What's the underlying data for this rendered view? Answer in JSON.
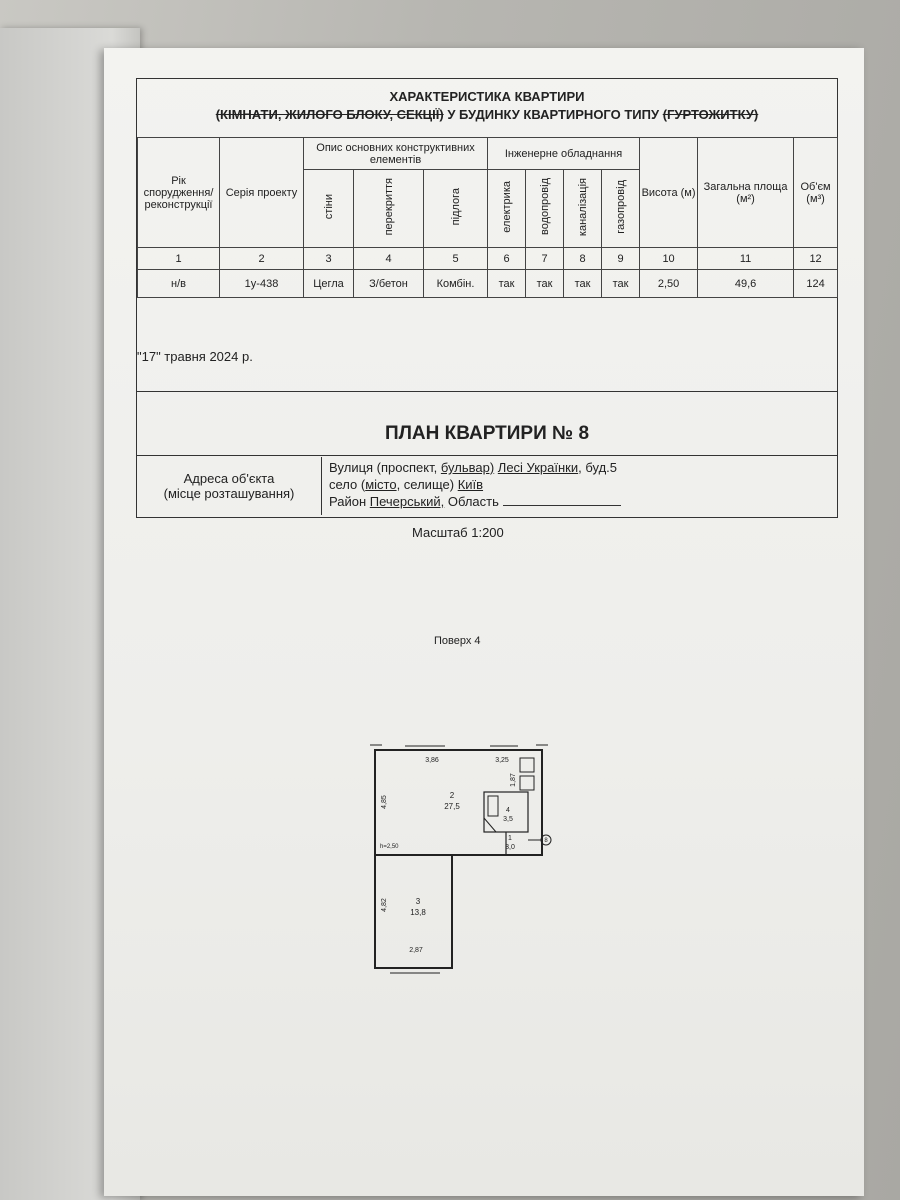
{
  "header": {
    "title_line1": "ХАРАКТЕРИСТИКА КВАРТИРИ",
    "title_line2_struck": "(КІМНАТИ, ЖИЛОГО БЛОКУ, СЕКЦІЇ)",
    "title_line2_mid": "У БУДИНКУ КВАРТИРНОГО ТИПУ",
    "title_line2_struck2": "(ГУРТОЖИТКУ)"
  },
  "table": {
    "col_year": "Рік спорудження/ реконструкції",
    "col_series": "Серія проекту",
    "col_constr_group": "Опис основних конструктивних елементів",
    "col_walls": "стіни",
    "col_floors_slab": "перекриття",
    "col_floor": "підлога",
    "col_eng_group": "Інженерне обладнання",
    "col_electric": "електрика",
    "col_water": "водопровід",
    "col_sewage": "каналізація",
    "col_gas": "газопровід",
    "col_height": "Висота (м)",
    "col_area": "Загальна площа (м²)",
    "col_volume": "Об'єм (м³)",
    "numbers": [
      "1",
      "2",
      "3",
      "4",
      "5",
      "6",
      "7",
      "8",
      "9",
      "10",
      "11",
      "12"
    ],
    "values": [
      "н/в",
      "1у-438",
      "Цегла",
      "З/бетон",
      "Комбін.",
      "так",
      "так",
      "так",
      "так",
      "2,50",
      "49,6",
      "124"
    ]
  },
  "date": "\"17\" травня 2024 р.",
  "plan_title": "ПЛАН КВАРТИРИ № 8",
  "address": {
    "label_line1": "Адреса об'єкта",
    "label_line2": "(місце розташування)",
    "l1_prefix": "Вулиця (проспект,",
    "l1_u1": "бульвар)",
    "l1_u2": "Лесі Українки",
    "l1_suffix": ",  буд.5",
    "l2_prefix": "село (",
    "l2_u1": "місто",
    "l2_mid": ", селище)",
    "l2_u2": "Київ",
    "l3_prefix": "Район",
    "l3_u1": "Печерський,",
    "l3_suffix": "Область"
  },
  "scale": "Масштаб 1:200",
  "floor_label": "Поверх 4",
  "plan": {
    "dim_top_left": "3,86",
    "dim_top_right": "3,25",
    "dim_left_upper": "4,85",
    "dim_right_small": "1,87",
    "dim_left_lower": "4,82",
    "dim_bottom": "2,87",
    "height_note": "h=2,50",
    "room2_num": "2",
    "room2_area": "27,5",
    "room4_num": "4",
    "room4_area": "3,5",
    "room1_num": "1",
    "room1_area": "3,0",
    "room3_num": "3",
    "room3_area": "13,8",
    "entry_mark": "8"
  }
}
